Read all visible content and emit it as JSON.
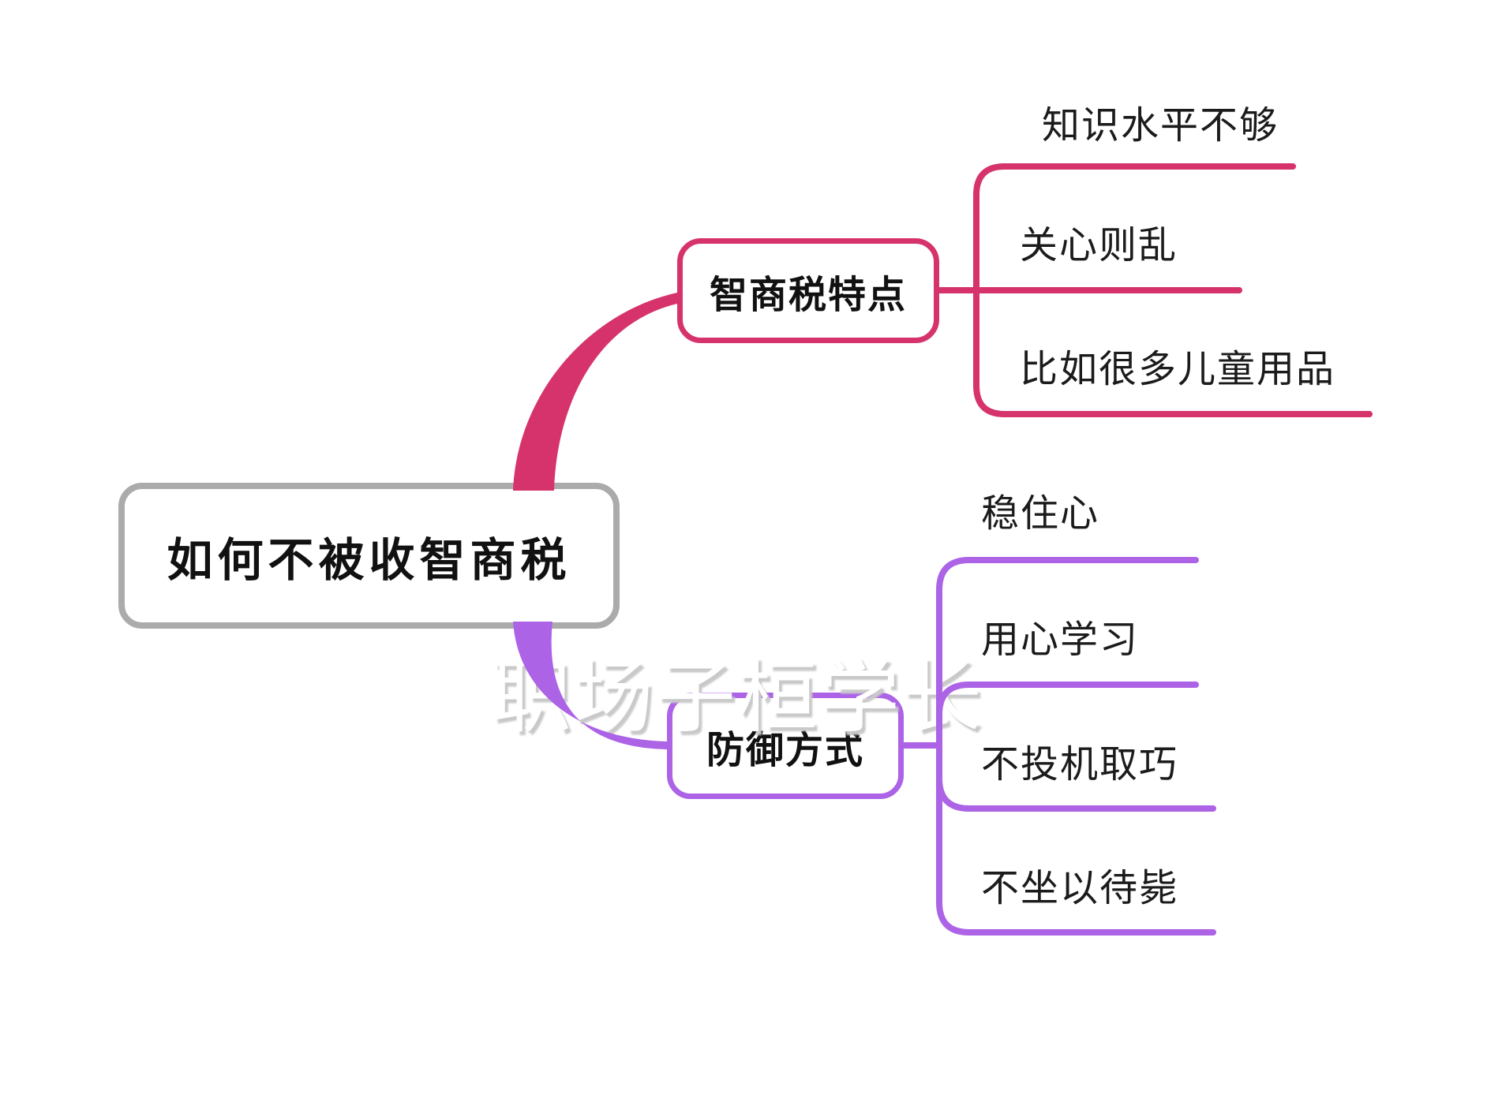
{
  "title": "如何不被收智商税",
  "watermark": "职场子桓学长",
  "colors": {
    "branch1": "#D6336C",
    "branch2": "#AC63E6",
    "root_border": "#ABABAB",
    "text": "#1B1B1B",
    "background": "#FFFFFF"
  },
  "root": {
    "label": "如何不被收智商税"
  },
  "branches": [
    {
      "label": "智商税特点",
      "color": "#D6336C",
      "children": [
        "知识水平不够",
        "关心则乱",
        "比如很多儿童用品"
      ]
    },
    {
      "label": "防御方式",
      "color": "#AC63E6",
      "children": [
        "稳住心",
        "用心学习",
        "不投机取巧",
        "不坐以待毙"
      ]
    }
  ]
}
